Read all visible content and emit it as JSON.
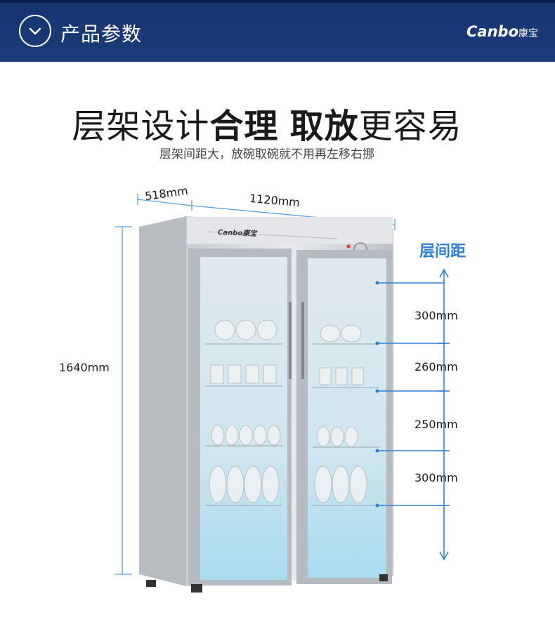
{
  "header": {
    "title": "产品参数",
    "brand_en": "Canbo",
    "brand_cn": "康宝",
    "icon": "chevron-down-icon",
    "background": "#1b3b7a"
  },
  "headline": {
    "part1": "层架设计",
    "bold1": "合理",
    "bold2": "取放",
    "part2": "更容易"
  },
  "subline": "层架间距大，放碗取碗就不用再左移右挪",
  "product": {
    "panel_brand": "Canbo康宝",
    "depth": "518mm",
    "width": "1120mm",
    "height": "1640mm"
  },
  "spacing": {
    "title": "层间距",
    "accent": "#2f7fd6",
    "values": [
      "300mm",
      "260mm",
      "250mm",
      "300mm"
    ]
  }
}
